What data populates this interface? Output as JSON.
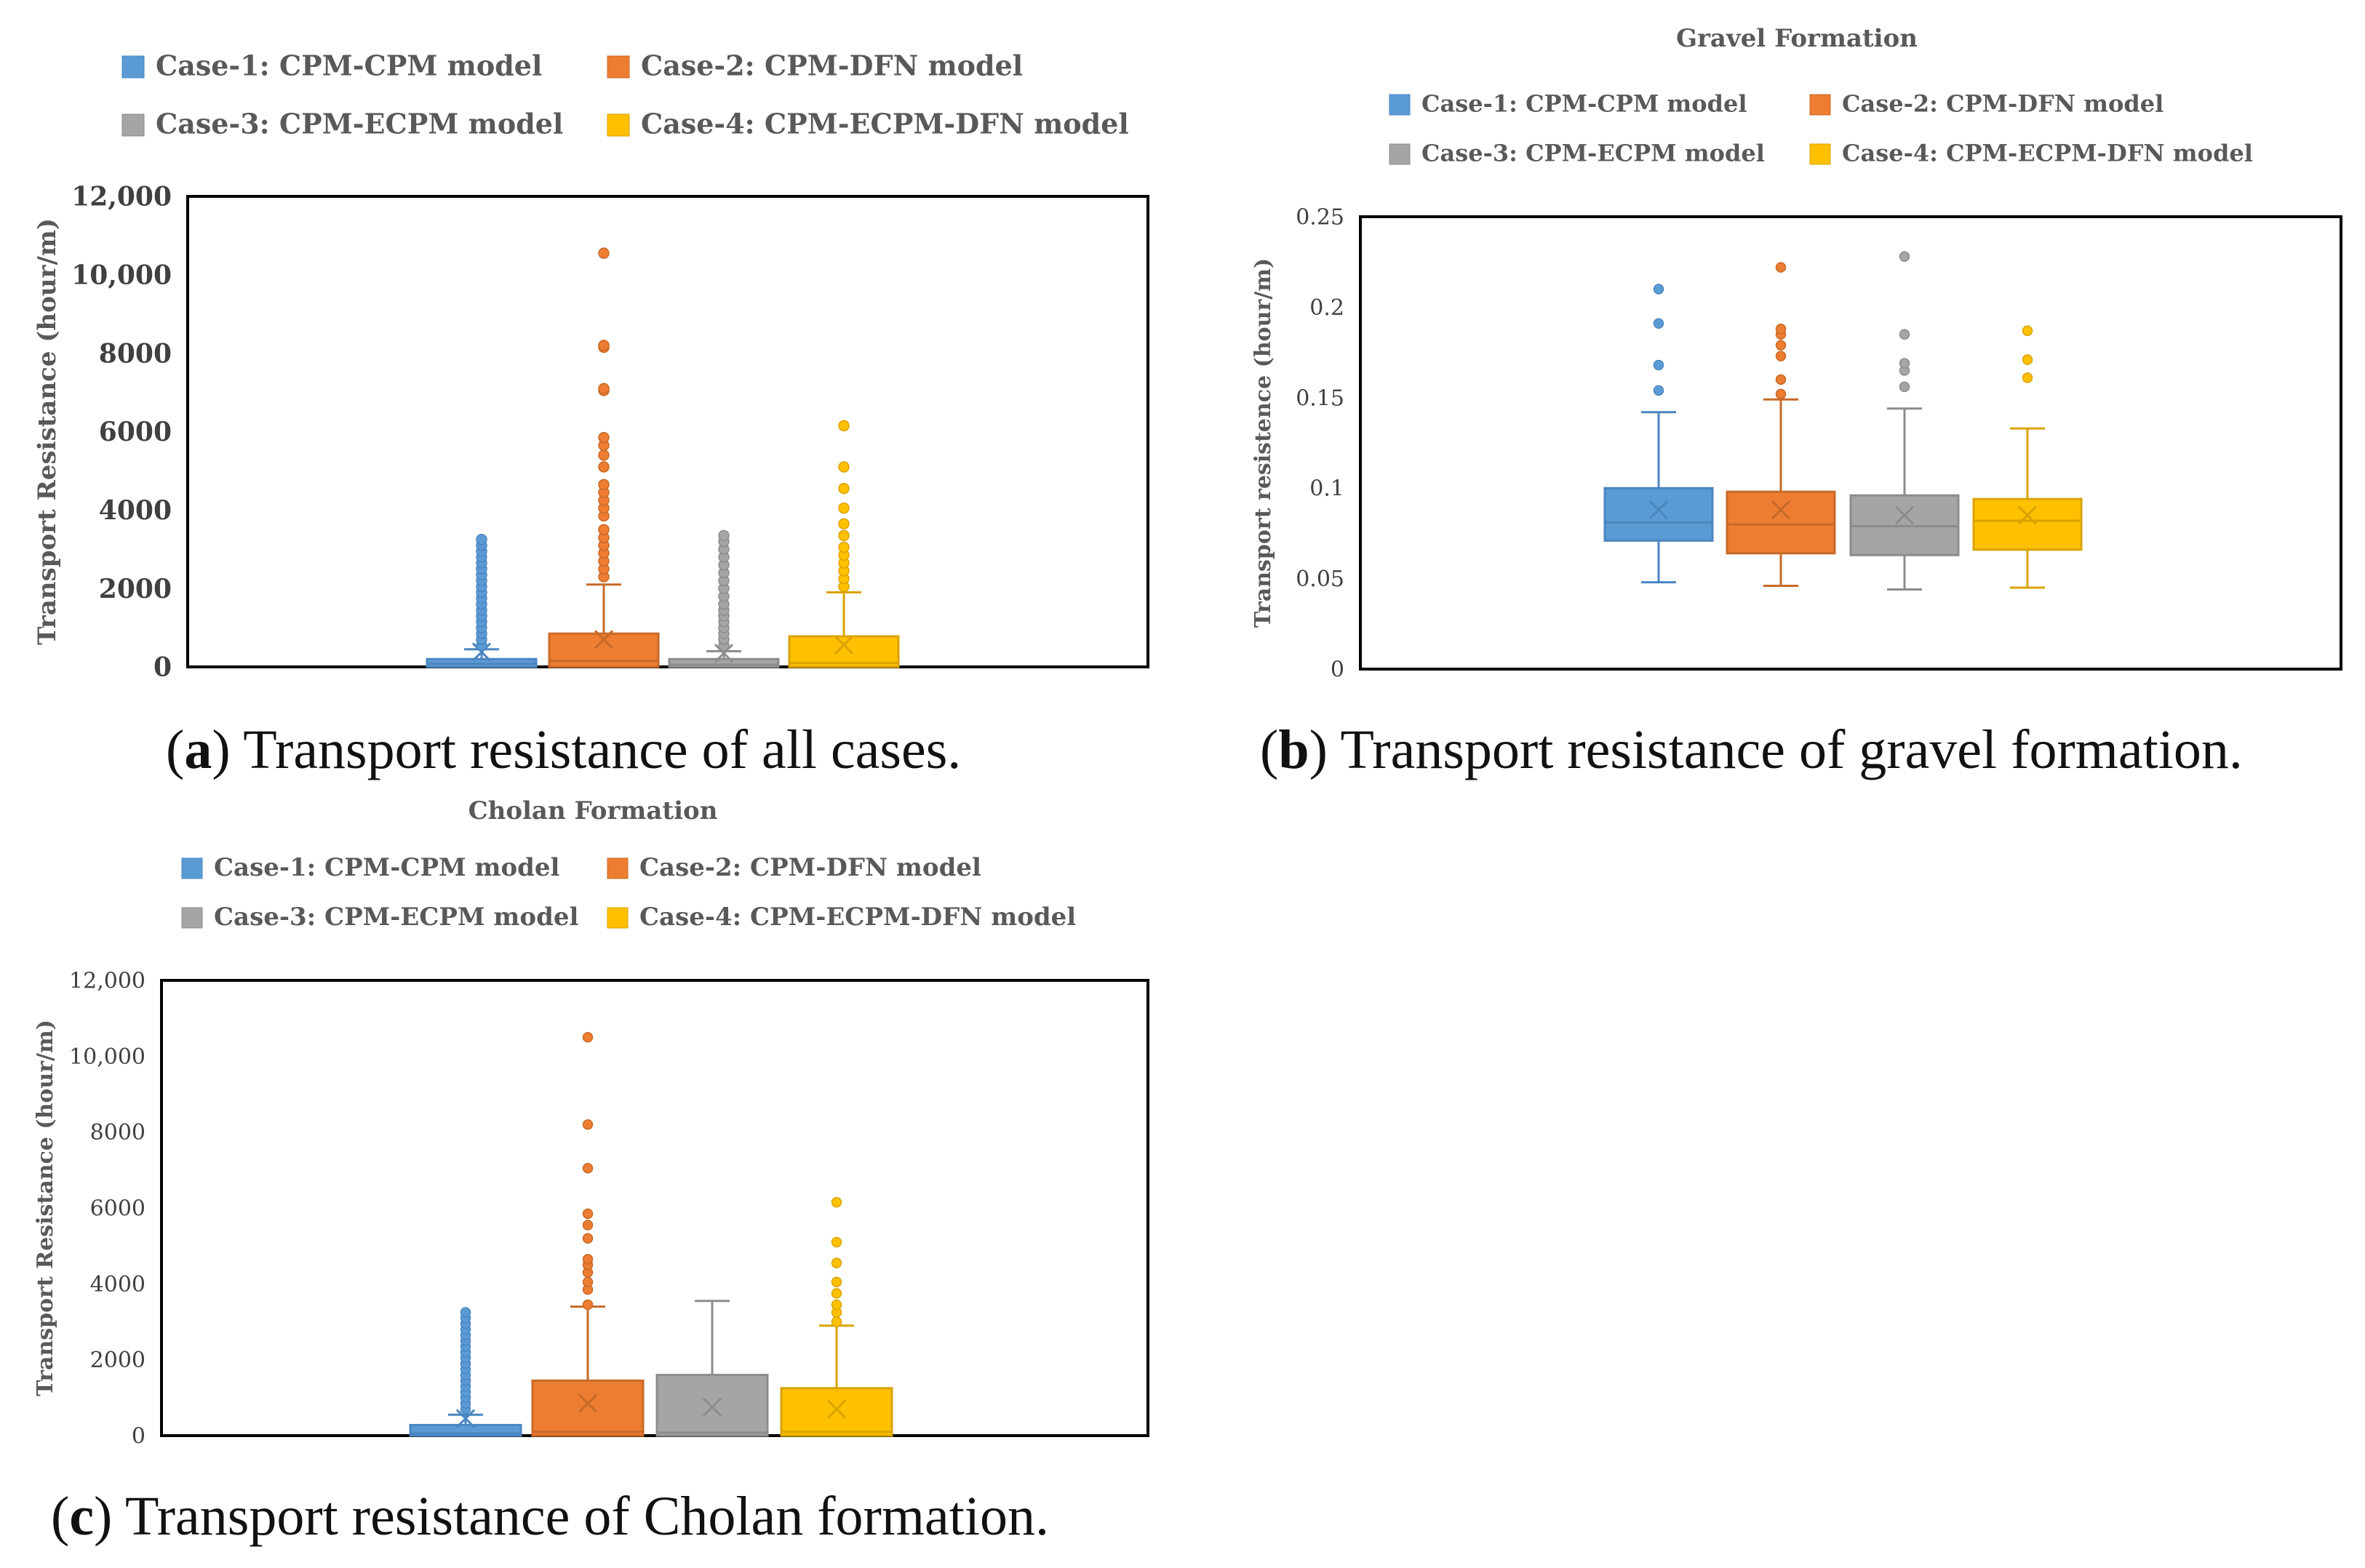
{
  "colors": {
    "case1": "#5b9bd5",
    "case2": "#ed7d31",
    "case3": "#a5a5a5",
    "case4": "#ffc000",
    "case1_stroke": "#4a86c0",
    "case2_stroke": "#c76a28",
    "case3_stroke": "#8c8c8c",
    "case4_stroke": "#d9a300"
  },
  "legend_labels": [
    "Case-1: CPM-CPM model",
    "Case-2: CPM-DFN model",
    "Case-3: CPM-ECPM model",
    "Case-4: CPM-ECPM-DFN model"
  ],
  "captions": [
    {
      "letter": "a",
      "text": " Transport resistance of all cases."
    },
    {
      "letter": "b",
      "text": " Transport resistance of gravel formation."
    },
    {
      "letter": "c",
      "text": " Transport resistance of Cholan formation."
    }
  ],
  "chart_data": [
    {
      "type": "box",
      "title": "",
      "ylabel": "Transport Resistance (hour/m)",
      "ylim": [
        0,
        12000
      ],
      "yticks": [
        "0",
        "2000",
        "4000",
        "6000",
        "8000",
        "10,000",
        "12,000"
      ],
      "legend": "top",
      "grid": false,
      "series": [
        {
          "name": "Case-1: CPM-CPM model",
          "min": 0,
          "q1": 0,
          "median": 80,
          "q3": 200,
          "max": 450,
          "mean": 380,
          "outliers": [
            550,
            700,
            850,
            1000,
            1150,
            1300,
            1450,
            1600,
            1750,
            1900,
            2050,
            2200,
            2350,
            2500,
            2650,
            2800,
            2950,
            3100,
            3250
          ]
        },
        {
          "name": "Case-2: CPM-DFN model",
          "min": 0,
          "q1": 0,
          "median": 150,
          "q3": 850,
          "max": 2100,
          "mean": 700,
          "outliers": [
            2300,
            2500,
            2700,
            2900,
            3100,
            3300,
            3500,
            3850,
            4050,
            4250,
            4450,
            4650,
            5100,
            5400,
            5650,
            5850,
            7050,
            7100,
            8150,
            8200,
            10550
          ]
        },
        {
          "name": "Case-3: CPM-ECPM model",
          "min": 0,
          "q1": 0,
          "median": 60,
          "q3": 200,
          "max": 400,
          "mean": 350,
          "outliers": [
            550,
            700,
            850,
            1000,
            1150,
            1300,
            1450,
            1600,
            1800,
            2000,
            2200,
            2400,
            2600,
            2800,
            3000,
            3200,
            3350
          ]
        },
        {
          "name": "Case-4: CPM-ECPM-DFN model",
          "min": 0,
          "q1": 0,
          "median": 100,
          "q3": 780,
          "max": 1900,
          "mean": 560,
          "outliers": [
            2050,
            2250,
            2450,
            2650,
            2850,
            3050,
            3350,
            3650,
            4050,
            4550,
            5100,
            6150
          ]
        }
      ]
    },
    {
      "type": "box",
      "title": "Gravel Formation",
      "ylabel": "Transport resistence (hour/m)",
      "ylim": [
        0,
        0.25
      ],
      "yticks": [
        "0",
        "0.05",
        "0.1",
        "0.15",
        "0.2",
        "0.25"
      ],
      "legend": "top",
      "grid": false,
      "series": [
        {
          "name": "Case-1: CPM-CPM model",
          "min": 0.048,
          "q1": 0.071,
          "median": 0.081,
          "q3": 0.1,
          "max": 0.142,
          "mean": 0.088,
          "outliers": [
            0.154,
            0.168,
            0.191,
            0.21
          ]
        },
        {
          "name": "Case-2: CPM-DFN model",
          "min": 0.046,
          "q1": 0.064,
          "median": 0.08,
          "q3": 0.098,
          "max": 0.149,
          "mean": 0.088,
          "outliers": [
            0.152,
            0.16,
            0.173,
            0.179,
            0.185,
            0.188,
            0.222
          ]
        },
        {
          "name": "Case-3: CPM-ECPM model",
          "min": 0.044,
          "q1": 0.063,
          "median": 0.079,
          "q3": 0.096,
          "max": 0.144,
          "mean": 0.085,
          "outliers": [
            0.156,
            0.165,
            0.169,
            0.185,
            0.228
          ]
        },
        {
          "name": "Case-4: CPM-ECPM-DFN model",
          "min": 0.045,
          "q1": 0.066,
          "median": 0.082,
          "q3": 0.094,
          "max": 0.133,
          "mean": 0.085,
          "outliers": [
            0.161,
            0.171,
            0.187
          ]
        }
      ]
    },
    {
      "type": "box",
      "title": "Cholan Formation",
      "ylabel": "Transport Resistance (hour/m)",
      "ylim": [
        0,
        12000
      ],
      "yticks": [
        "0",
        "2000",
        "4000",
        "6000",
        "8000",
        "10,000",
        "12,000"
      ],
      "legend": "top",
      "grid": false,
      "series": [
        {
          "name": "Case-1: CPM-CPM model",
          "min": 0,
          "q1": 0,
          "median": 60,
          "q3": 280,
          "max": 550,
          "mean": 450,
          "outliers": [
            700,
            850,
            1000,
            1150,
            1300,
            1450,
            1600,
            1750,
            1900,
            2050,
            2200,
            2350,
            2500,
            2650,
            2800,
            2950,
            3100,
            3250
          ]
        },
        {
          "name": "Case-2: CPM-DFN model",
          "min": 0,
          "q1": 0,
          "median": 100,
          "q3": 1450,
          "max": 3400,
          "mean": 850,
          "outliers": [
            3450,
            3850,
            4050,
            4300,
            4500,
            4650,
            5200,
            5550,
            5850,
            7050,
            8200,
            10500
          ]
        },
        {
          "name": "Case-3: CPM-ECPM model",
          "min": 0,
          "q1": 0,
          "median": 80,
          "q3": 1600,
          "max": 3550,
          "mean": 750,
          "outliers": []
        },
        {
          "name": "Case-4: CPM-ECPM-DFN model",
          "min": 0,
          "q1": 0,
          "median": 100,
          "q3": 1250,
          "max": 2900,
          "mean": 700,
          "outliers": [
            3000,
            3250,
            3450,
            3750,
            4050,
            4550,
            5100,
            6150
          ]
        }
      ]
    }
  ]
}
